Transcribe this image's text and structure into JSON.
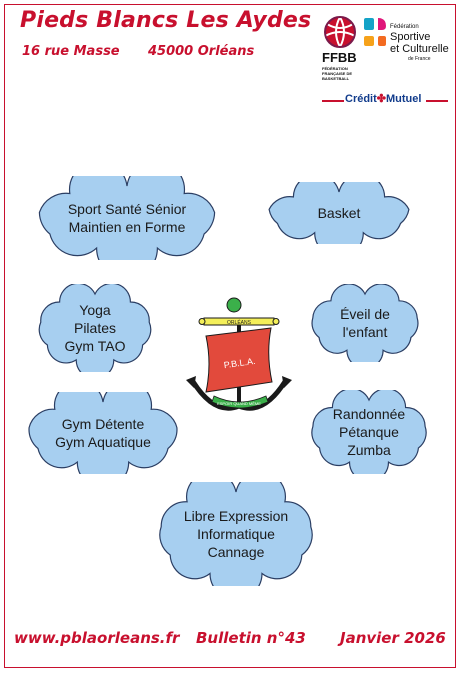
{
  "header": {
    "title": "Pieds Blancs Les Aydes",
    "street": "16 rue Masse",
    "city": "45000 Orléans"
  },
  "logos": {
    "ffbb_label": "FFBB",
    "ffbb_sub": "FÉDÉRATION FRANÇAISE DE BASKETBALL",
    "fsc_small": "Fédération",
    "fsc_line1": "Sportive",
    "fsc_line2": "et Culturelle",
    "fsc_sub": "de France",
    "credit_part1": "Crédit",
    "credit_part2": "Mutuel"
  },
  "activities": [
    {
      "id": "sport-sante",
      "lines": [
        "Sport Santé Sénior",
        "Maintien en Forme"
      ]
    },
    {
      "id": "basket",
      "lines": [
        "Basket"
      ]
    },
    {
      "id": "yoga",
      "lines": [
        "Yoga",
        "Pilates",
        "Gym TAO"
      ]
    },
    {
      "id": "eveil",
      "lines": [
        "Éveil de",
        "l'enfant"
      ]
    },
    {
      "id": "gym-detente",
      "lines": [
        "Gym Détente",
        "Gym Aquatique"
      ]
    },
    {
      "id": "randonnee",
      "lines": [
        "Randonnée",
        "Pétanque",
        "Zumba"
      ]
    },
    {
      "id": "libre-expression",
      "lines": [
        "Libre Expression",
        "Informatique",
        "Cannage"
      ]
    }
  ],
  "emblem": {
    "bar_text": "ORLÉANS",
    "sail_text": "P.B.L.A.",
    "ribbon_text": "ESPOIR QUAND MÊME"
  },
  "footer": {
    "website": "www.pblaorleans.fr",
    "bulletin": "Bulletin n°43",
    "date": "Janvier 2026"
  },
  "colors": {
    "brand_red": "#c8102e",
    "cloud_fill": "#a7cff0",
    "cloud_stroke": "#2b3e63"
  }
}
